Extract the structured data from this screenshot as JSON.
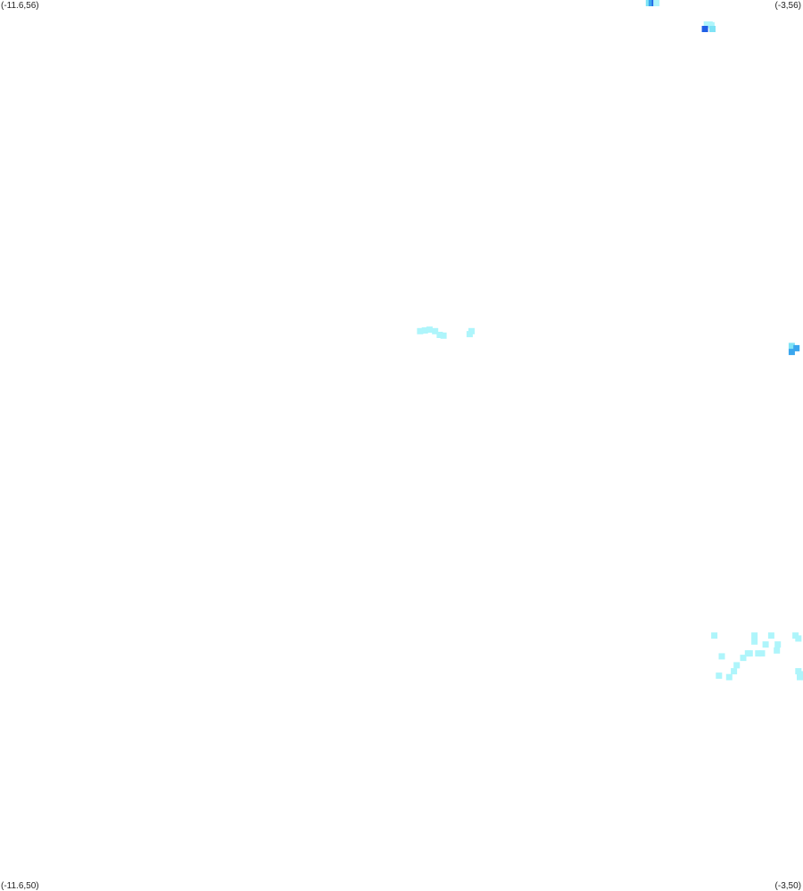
{
  "corner_labels": {
    "top_left": "(-11.6,56)",
    "top_right": "(-3,56)",
    "bottom_left": "(-11.6,50)",
    "bottom_right": "(-3,50)"
  },
  "extent": {
    "lon_min": -11.6,
    "lon_max": -3,
    "lat_min": 50,
    "lat_max": 56
  },
  "colors": {
    "background": "#ffffff",
    "low": "#aef5fb",
    "light": "#7fe3f5",
    "mid": "#3aa6ee",
    "high": "#1f5fe6",
    "highest": "#1433d8"
  },
  "cells": [
    {
      "lon": -4.65,
      "lat": 55.985,
      "level": "light"
    },
    {
      "lon": -4.62,
      "lat": 55.986,
      "level": "mid"
    },
    {
      "lon": -4.6,
      "lat": 55.99,
      "level": "mid"
    },
    {
      "lon": -4.585,
      "lat": 55.985,
      "level": "high"
    },
    {
      "lon": -4.57,
      "lat": 55.989,
      "level": "low"
    },
    {
      "lon": -4.03,
      "lat": 55.835,
      "level": "low"
    },
    {
      "lon": -4.0,
      "lat": 55.835,
      "level": "low"
    },
    {
      "lon": -3.98,
      "lat": 55.83,
      "level": "low"
    },
    {
      "lon": -4.05,
      "lat": 55.805,
      "level": "high"
    },
    {
      "lon": -3.97,
      "lat": 55.805,
      "level": "light"
    },
    {
      "lon": -7.1,
      "lat": 53.77,
      "level": "low"
    },
    {
      "lon": -7.05,
      "lat": 53.775,
      "level": "low"
    },
    {
      "lon": -7.0,
      "lat": 53.78,
      "level": "low"
    },
    {
      "lon": -6.94,
      "lat": 53.77,
      "level": "low"
    },
    {
      "lon": -6.89,
      "lat": 53.745,
      "level": "low"
    },
    {
      "lon": -6.85,
      "lat": 53.74,
      "level": "low"
    },
    {
      "lon": -6.55,
      "lat": 53.77,
      "level": "low"
    },
    {
      "lon": -6.57,
      "lat": 53.75,
      "level": "low"
    },
    {
      "lon": -3.12,
      "lat": 53.67,
      "level": "light"
    },
    {
      "lon": -3.07,
      "lat": 53.655,
      "level": "mid"
    },
    {
      "lon": -3.12,
      "lat": 53.63,
      "level": "mid"
    },
    {
      "lon": -3.95,
      "lat": 51.72,
      "level": "low"
    },
    {
      "lon": -3.52,
      "lat": 51.72,
      "level": "low"
    },
    {
      "lon": -3.34,
      "lat": 51.72,
      "level": "low"
    },
    {
      "lon": -3.08,
      "lat": 51.72,
      "level": "low"
    },
    {
      "lon": -3.05,
      "lat": 51.7,
      "level": "low"
    },
    {
      "lon": -3.52,
      "lat": 51.68,
      "level": "low"
    },
    {
      "lon": -3.4,
      "lat": 51.66,
      "level": "low"
    },
    {
      "lon": -3.27,
      "lat": 51.66,
      "level": "low"
    },
    {
      "lon": -3.44,
      "lat": 51.6,
      "level": "low"
    },
    {
      "lon": -3.59,
      "lat": 51.6,
      "level": "low"
    },
    {
      "lon": -3.57,
      "lat": 51.6,
      "level": "low"
    },
    {
      "lon": -3.48,
      "lat": 51.6,
      "level": "low"
    },
    {
      "lon": -3.28,
      "lat": 51.62,
      "level": "low"
    },
    {
      "lon": -3.71,
      "lat": 51.52,
      "level": "low"
    },
    {
      "lon": -3.87,
      "lat": 51.58,
      "level": "low"
    },
    {
      "lon": -3.64,
      "lat": 51.57,
      "level": "low"
    },
    {
      "lon": -3.74,
      "lat": 51.48,
      "level": "low"
    },
    {
      "lon": -3.79,
      "lat": 51.44,
      "level": "low"
    },
    {
      "lon": -3.9,
      "lat": 51.45,
      "level": "low"
    },
    {
      "lon": -3.05,
      "lat": 51.48,
      "level": "low"
    },
    {
      "lon": -3.03,
      "lat": 51.46,
      "level": "low"
    },
    {
      "lon": -3.02,
      "lat": 51.44,
      "level": "low"
    }
  ]
}
